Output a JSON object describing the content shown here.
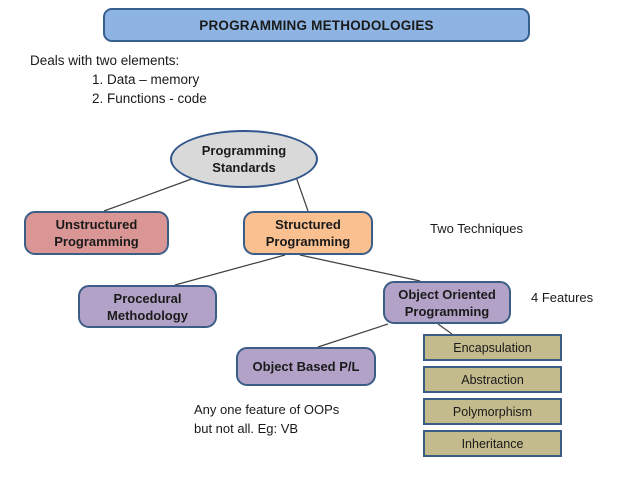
{
  "slide": {
    "title": "PROGRAMMING METHODOLOGIES",
    "background_color": "#ffffff"
  },
  "intro": {
    "lead": "Deals with two elements:",
    "items": "1. Data – memory\n2. Functions - code"
  },
  "diagram": {
    "root": {
      "label": "Programming\nStandards",
      "shape": "ellipse",
      "fill": "#d9d9d9",
      "border": "#31558c"
    },
    "nodes": [
      {
        "id": "unstructured",
        "label": "Unstructured\nProgramming",
        "shape": "rounded-rect",
        "fill": "#d99694",
        "border": "#3c5d86"
      },
      {
        "id": "structured",
        "label": "Structured\nProgramming",
        "shape": "rounded-rect",
        "fill": "#fac090",
        "border": "#3c5d86"
      },
      {
        "id": "procedural",
        "label": "Procedural\nMethodology",
        "shape": "rounded-rect",
        "fill": "#b3a2c7",
        "border": "#3c5d86"
      },
      {
        "id": "oop",
        "label": "Object Oriented\nProgramming",
        "shape": "rounded-rect",
        "fill": "#b3a2c7",
        "border": "#3c5d86"
      },
      {
        "id": "object-based",
        "label": "Object Based P/L",
        "shape": "rounded-rect",
        "fill": "#b3a2c7",
        "border": "#3c5d86"
      }
    ],
    "features": [
      {
        "label": "Encapsulation",
        "fill": "#c3bb8c",
        "border": "#3c5d86"
      },
      {
        "label": "Abstraction",
        "fill": "#c3bb8c",
        "border": "#3c5d86"
      },
      {
        "label": "Polymorphism",
        "fill": "#c3bb8c",
        "border": "#3c5d86"
      },
      {
        "label": "Inheritance",
        "fill": "#c3bb8c",
        "border": "#3c5d86"
      }
    ],
    "connector_color": "#404040"
  },
  "annotations": {
    "two_techniques": "Two Techniques",
    "four_features": "4 Features",
    "any_one_feature": "Any one feature of OOPs\nbut not all. Eg: VB"
  },
  "colors": {
    "banner_fill": "#8eb4e3",
    "banner_border": "#36618f",
    "text": "#1a1a1a"
  }
}
